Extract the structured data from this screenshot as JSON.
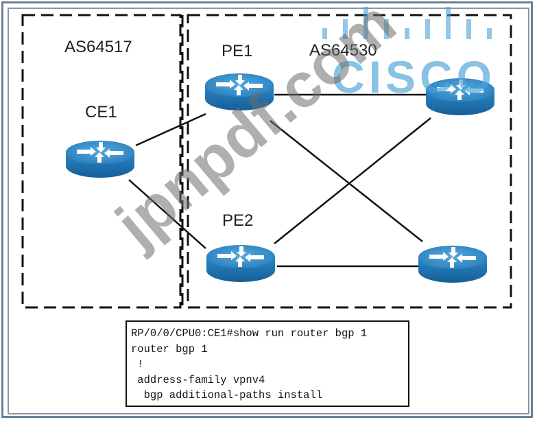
{
  "diagram": {
    "as_left": "AS64517",
    "as_right": "AS64530",
    "routers": {
      "ce1": "CE1",
      "pe1": "PE1",
      "pe2": "PE2"
    }
  },
  "cli": {
    "lines": [
      "RP/0/0/CPU0:CE1#show run router bgp 1",
      "router bgp 1",
      " !",
      " address-family vpnv4",
      "  bgp additional-paths install"
    ]
  },
  "logo": {
    "text": "CISCO"
  },
  "watermark": {
    "text": "jpnpdf.com"
  },
  "colors": {
    "router_blue": "#1f78b8",
    "router_top": "#3a93cf",
    "cisco_blue": "#4aa3d8",
    "frame": "#6b7f93"
  }
}
